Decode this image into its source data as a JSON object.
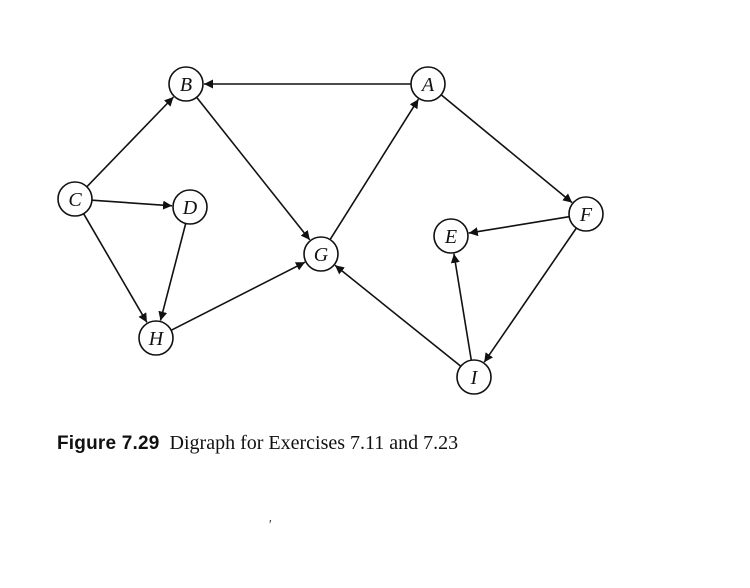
{
  "figure": {
    "label": "Figure 7.29",
    "text": "Digraph for Exercises 7.11 and 7.23",
    "stray_mark": "'"
  },
  "graph": {
    "nodes": [
      {
        "id": "A",
        "label": "A"
      },
      {
        "id": "B",
        "label": "B"
      },
      {
        "id": "C",
        "label": "C"
      },
      {
        "id": "D",
        "label": "D"
      },
      {
        "id": "E",
        "label": "E"
      },
      {
        "id": "F",
        "label": "F"
      },
      {
        "id": "G",
        "label": "G"
      },
      {
        "id": "H",
        "label": "H"
      },
      {
        "id": "I",
        "label": "I"
      }
    ],
    "edges": [
      {
        "from": "A",
        "to": "B"
      },
      {
        "from": "A",
        "to": "F"
      },
      {
        "from": "B",
        "to": "G"
      },
      {
        "from": "C",
        "to": "B"
      },
      {
        "from": "C",
        "to": "D"
      },
      {
        "from": "C",
        "to": "H"
      },
      {
        "from": "D",
        "to": "H"
      },
      {
        "from": "H",
        "to": "G"
      },
      {
        "from": "G",
        "to": "A"
      },
      {
        "from": "F",
        "to": "E"
      },
      {
        "from": "F",
        "to": "I"
      },
      {
        "from": "I",
        "to": "E"
      },
      {
        "from": "I",
        "to": "G"
      }
    ]
  }
}
